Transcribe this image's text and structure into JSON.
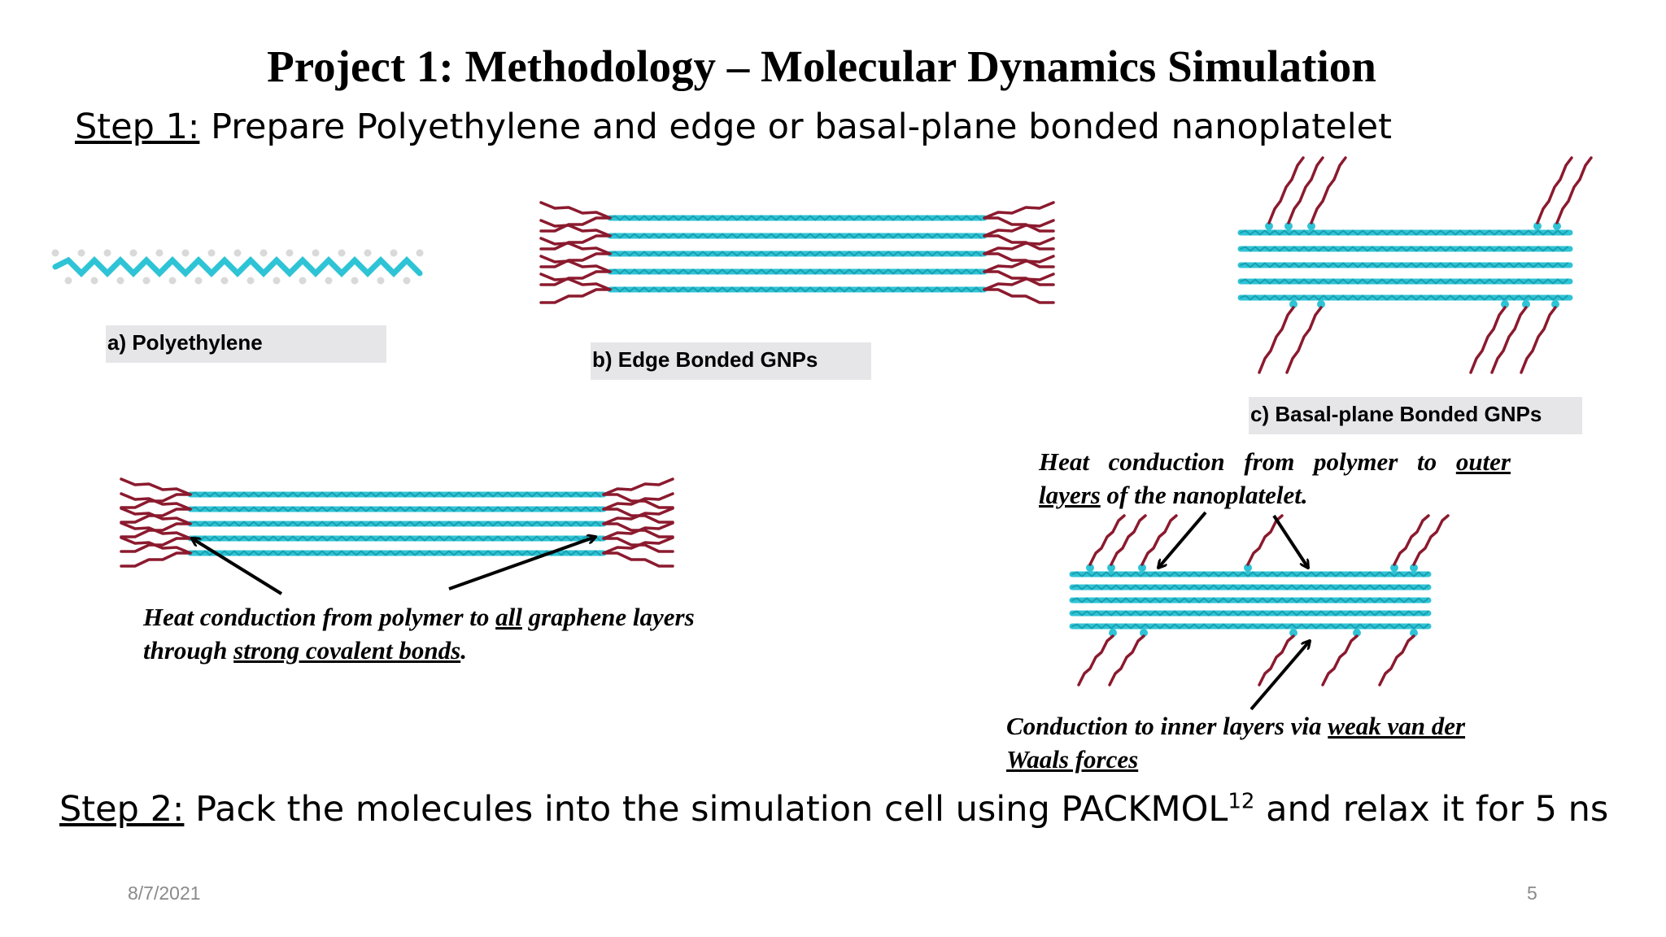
{
  "slide": {
    "title": "Project 1: Methodology – Molecular Dynamics Simulation",
    "step1": {
      "label": "Step 1:",
      "text": " Prepare Polyethylene and edge or basal-plane bonded nanoplatelet"
    },
    "step2": {
      "label": "Step 2:",
      "text_before": " Pack the molecules into the simulation cell using PACKMOL",
      "superscript": "12",
      "text_after": " and relax it for 5 ns"
    },
    "captions": {
      "a": "a) Polyethylene",
      "b": "b) Edge Bonded GNPs",
      "c": "c) Basal-plane Bonded GNPs"
    },
    "notes": {
      "all_layers": {
        "t1": "Heat conduction from polymer to ",
        "u1": "all",
        "t2": " graphene layers through ",
        "u2": "strong covalent bonds",
        "t3": "."
      },
      "outer_layers": {
        "t1": "Heat conduction from polymer to ",
        "u1": "outer layers",
        "t2": " of the nanoplatelet."
      },
      "inner_layers": {
        "t1": "Conduction to inner layers via ",
        "u1": "weak van der Waals forces"
      }
    },
    "footer": {
      "date": "8/7/2021",
      "page": "5"
    }
  },
  "colors": {
    "carbon": "#2ec4d6",
    "hydrogen": "#d9d9d9",
    "polymer": "#8b1a2e",
    "caption_bg": "#e6e6e8"
  }
}
